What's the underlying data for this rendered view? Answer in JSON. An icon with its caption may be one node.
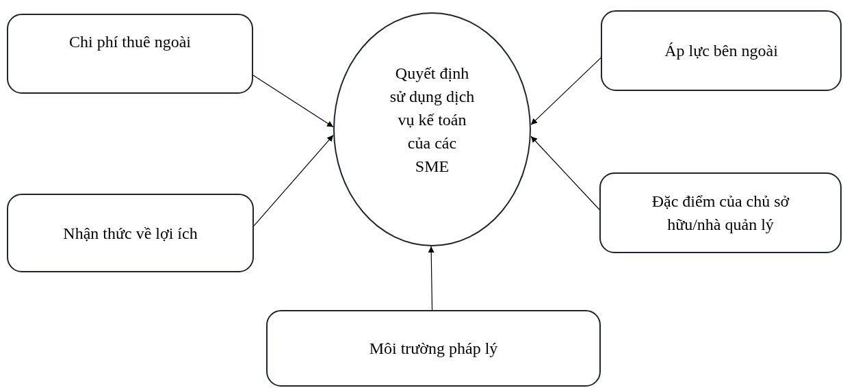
{
  "diagram": {
    "nodes": [
      {
        "text": [
          "Chi phí thuê ngoài"
        ]
      },
      {
        "text": [
          "Quyết định sử dụng dịch vụ kế toán của các SME"
        ]
      },
      {
        "text": [
          "Áp lực bên ngoài"
        ]
      },
      {
        "text": [
          "Nhận thức về lợi ích"
        ]
      },
      {
        "text": [
          "Đặc điểm của chủ sở hữu/nhà quản lý"
        ]
      },
      {
        "text": [
          "Môi trường pháp lý"
        ]
      }
    ],
    "edges": [
      {
        "from": 0,
        "to": 1,
        "arrow": "to"
      },
      {
        "from": 2,
        "to": 1,
        "arrow": "to"
      },
      {
        "from": 3,
        "to": 1,
        "arrow": "to"
      },
      {
        "from": 4,
        "to": 1,
        "arrow": "to"
      },
      {
        "from": 5,
        "to": 1,
        "arrow": "to"
      }
    ]
  }
}
